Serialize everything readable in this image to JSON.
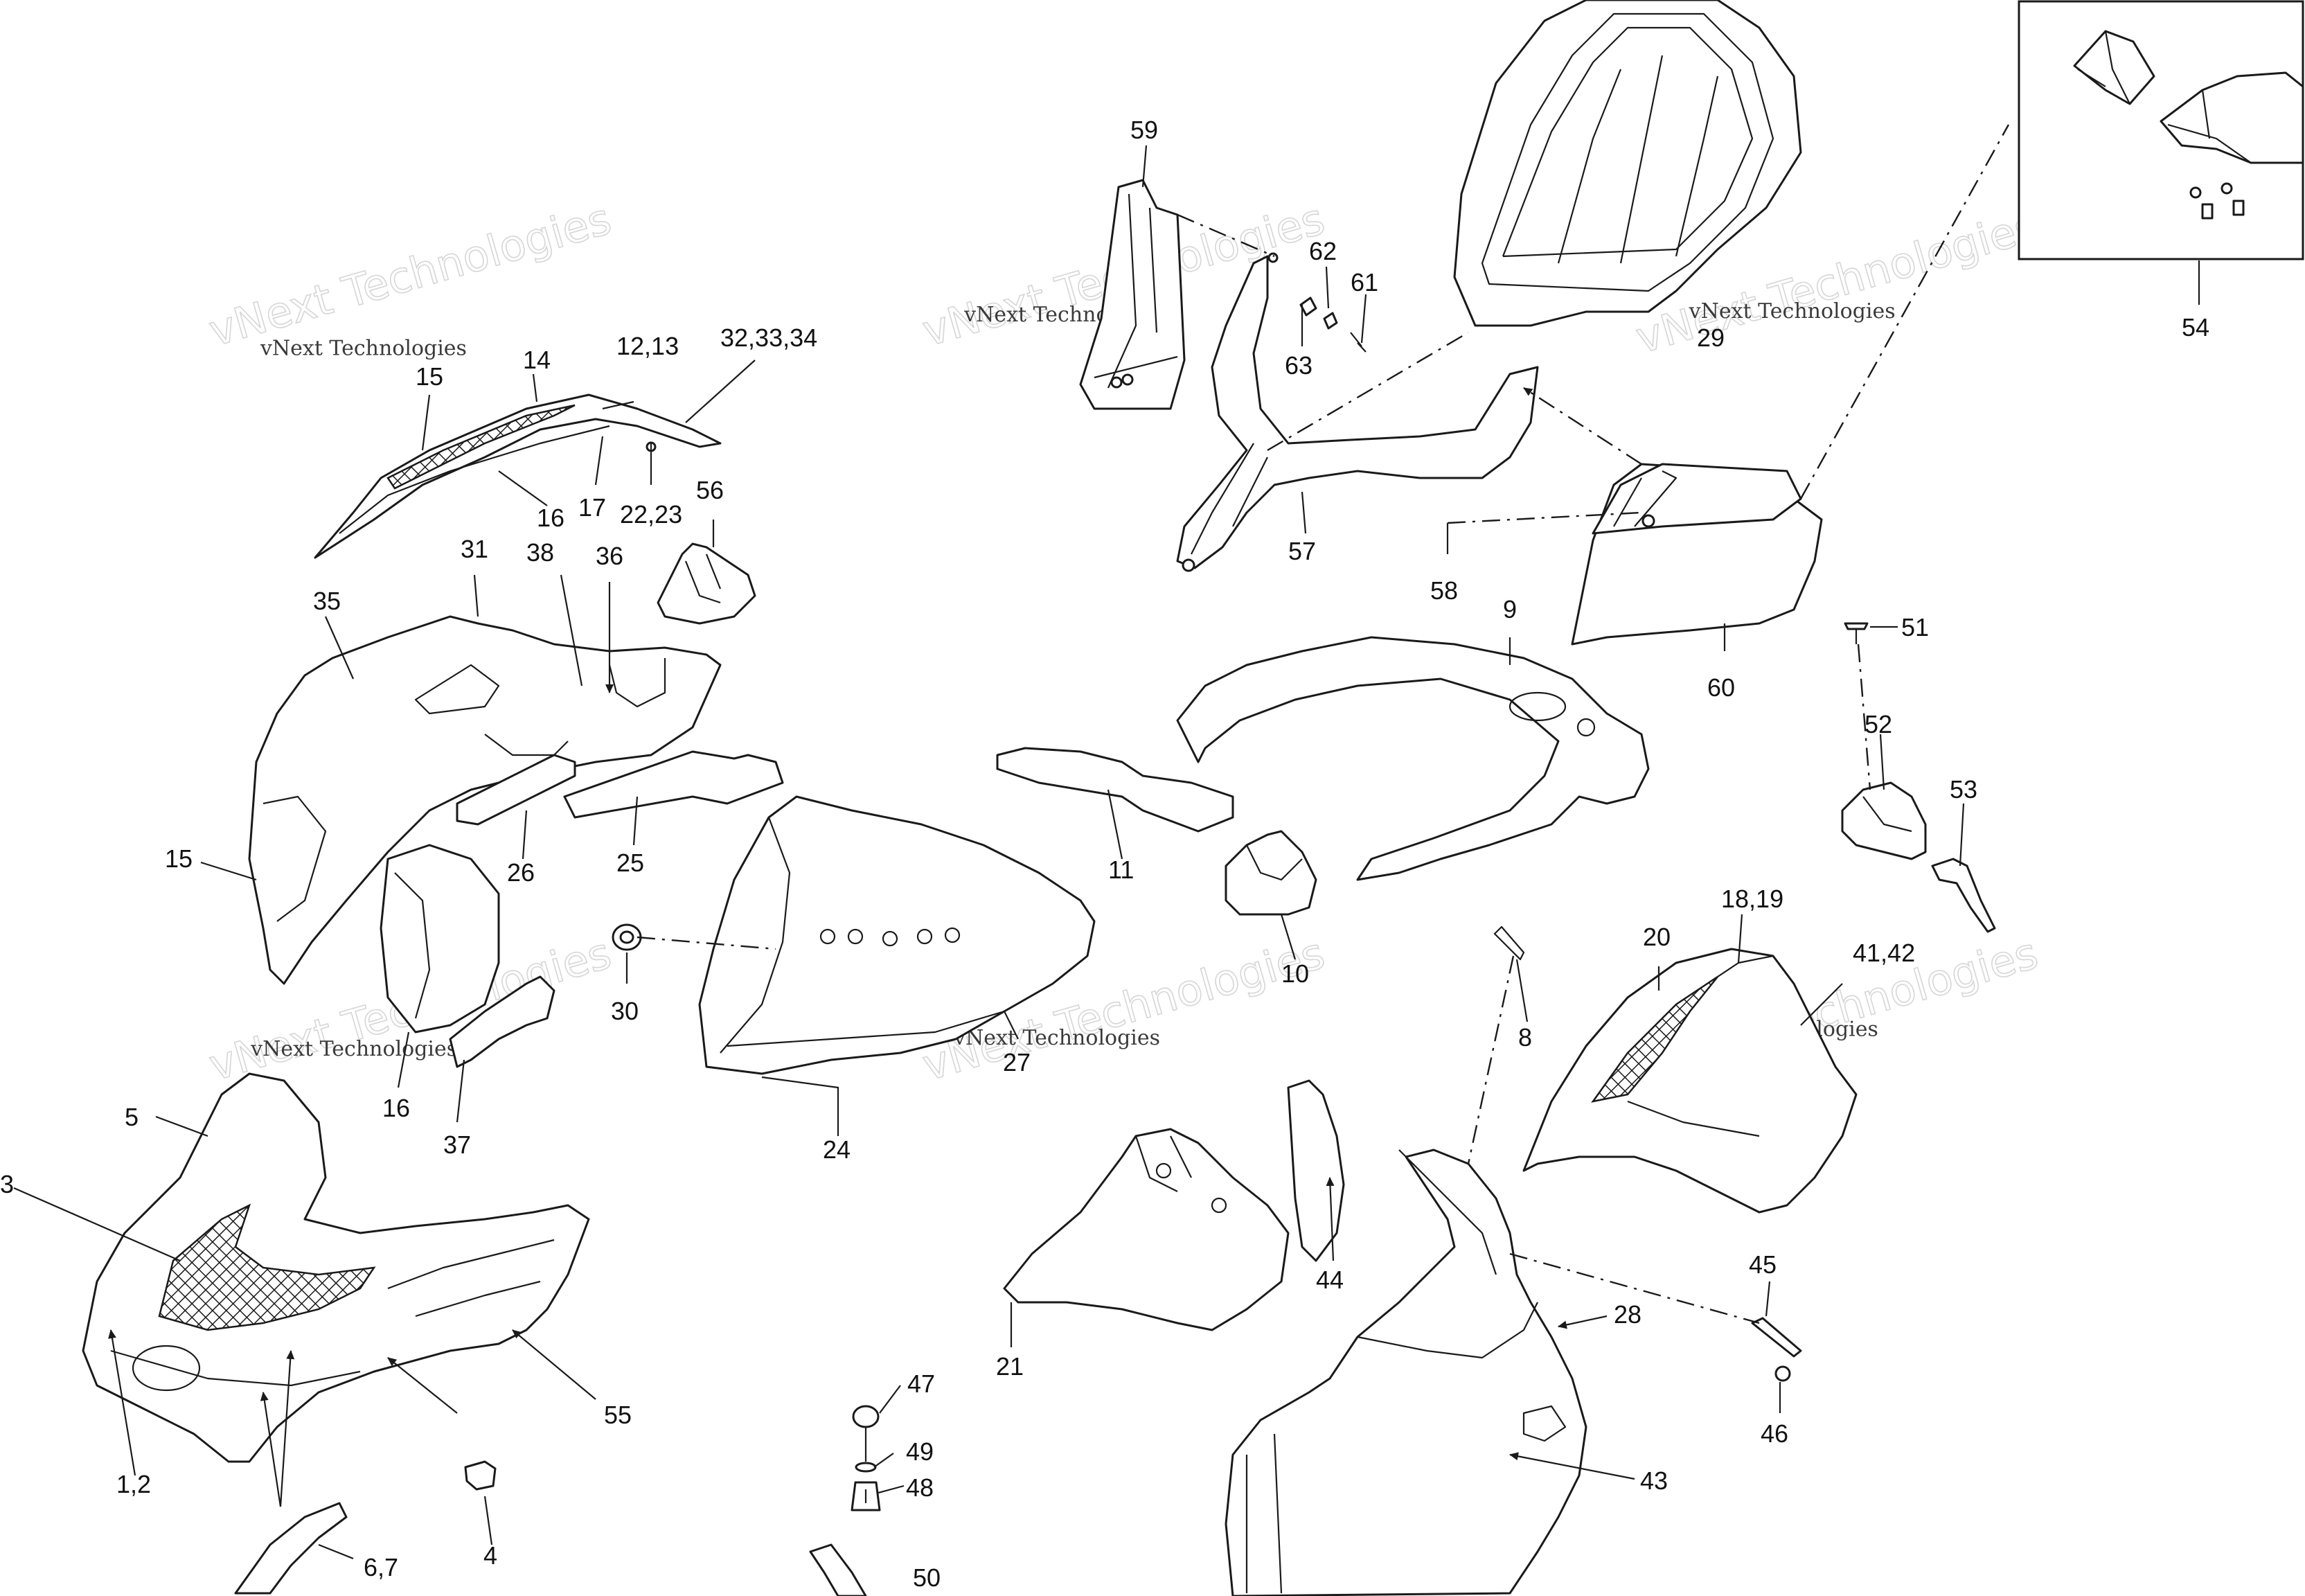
{
  "diagram": {
    "watermark_text": "vNext Technologies",
    "callouts": [
      {
        "id": "c59",
        "label": "59"
      },
      {
        "id": "c62",
        "label": "62"
      },
      {
        "id": "c61",
        "label": "61"
      },
      {
        "id": "c63",
        "label": "63"
      },
      {
        "id": "c29",
        "label": "29"
      },
      {
        "id": "c54",
        "label": "54"
      },
      {
        "id": "c14",
        "label": "14"
      },
      {
        "id": "c12_13",
        "label": "12,13"
      },
      {
        "id": "c32_33_34",
        "label": "32,33,34"
      },
      {
        "id": "c15a",
        "label": "15"
      },
      {
        "id": "c16a",
        "label": "16"
      },
      {
        "id": "c17",
        "label": "17"
      },
      {
        "id": "c22_23",
        "label": "22,23"
      },
      {
        "id": "c56",
        "label": "56"
      },
      {
        "id": "c57",
        "label": "57"
      },
      {
        "id": "c58",
        "label": "58"
      },
      {
        "id": "c9",
        "label": "9"
      },
      {
        "id": "c51",
        "label": "51"
      },
      {
        "id": "c60",
        "label": "60"
      },
      {
        "id": "c31",
        "label": "31"
      },
      {
        "id": "c38",
        "label": "38"
      },
      {
        "id": "c36",
        "label": "36"
      },
      {
        "id": "c35",
        "label": "35"
      },
      {
        "id": "c52",
        "label": "52"
      },
      {
        "id": "c53",
        "label": "53"
      },
      {
        "id": "c15b",
        "label": "15"
      },
      {
        "id": "c26",
        "label": "26"
      },
      {
        "id": "c25",
        "label": "25"
      },
      {
        "id": "c11",
        "label": "11"
      },
      {
        "id": "c18_19",
        "label": "18,19"
      },
      {
        "id": "c20",
        "label": "20"
      },
      {
        "id": "c41_42",
        "label": "41,42"
      },
      {
        "id": "c10",
        "label": "10"
      },
      {
        "id": "c30",
        "label": "30"
      },
      {
        "id": "c8",
        "label": "8"
      },
      {
        "id": "c27",
        "label": "27"
      },
      {
        "id": "c16b",
        "label": "16"
      },
      {
        "id": "c5",
        "label": "5"
      },
      {
        "id": "c37",
        "label": "37"
      },
      {
        "id": "c24",
        "label": "24"
      },
      {
        "id": "c3",
        "label": "3"
      },
      {
        "id": "c44",
        "label": "44"
      },
      {
        "id": "c45",
        "label": "45"
      },
      {
        "id": "c28",
        "label": "28"
      },
      {
        "id": "c21",
        "label": "21"
      },
      {
        "id": "c55",
        "label": "55"
      },
      {
        "id": "c46",
        "label": "46"
      },
      {
        "id": "c47",
        "label": "47"
      },
      {
        "id": "c49",
        "label": "49"
      },
      {
        "id": "c48",
        "label": "48"
      },
      {
        "id": "c43",
        "label": "43"
      },
      {
        "id": "c1_2",
        "label": "1,2"
      },
      {
        "id": "c4",
        "label": "4"
      },
      {
        "id": "c6_7",
        "label": "6,7"
      },
      {
        "id": "c50",
        "label": "50"
      }
    ]
  }
}
